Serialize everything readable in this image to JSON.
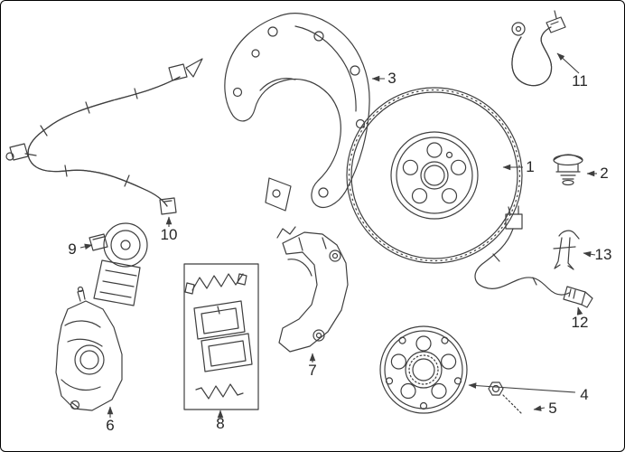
{
  "diagram": {
    "kind": "exploded-parts-line-drawing",
    "style": {
      "background_color": "#ffffff",
      "border_color": "#000000",
      "ink_color": "#3f3f3f",
      "highlight_color": "#d9731f",
      "label_color": "#262626"
    },
    "highlighted_callout": "10",
    "callouts": [
      {
        "number": "1"
      },
      {
        "number": "2"
      },
      {
        "number": "3"
      },
      {
        "number": "4"
      },
      {
        "number": "5"
      },
      {
        "number": "6"
      },
      {
        "number": "7"
      },
      {
        "number": "8"
      },
      {
        "number": "9"
      },
      {
        "number": "10"
      },
      {
        "number": "11"
      },
      {
        "number": "12"
      },
      {
        "number": "13"
      }
    ]
  }
}
